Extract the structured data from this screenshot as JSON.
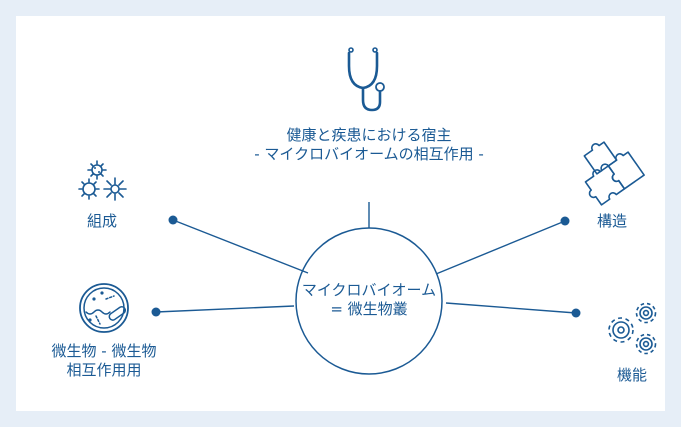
{
  "colors": {
    "line": "#1b5a94",
    "text": "#1b5a94",
    "background": "#e6eef7"
  },
  "center": {
    "line1": "マイクロバイオーム",
    "line2": "= 微生物叢"
  },
  "nodes": {
    "host": {
      "icon": "stethoscope-icon",
      "line1": "健康と疾患における宿主",
      "line2": "- マイクロバイオームの相互作用 -"
    },
    "composition": {
      "icon": "microbes-icon",
      "label": "組成"
    },
    "structure": {
      "icon": "puzzle-icon",
      "label": "構造"
    },
    "interaction": {
      "icon": "petri-dish-icon",
      "line1": "微生物 - 微生物",
      "line2": "相互作用用"
    },
    "function": {
      "icon": "gears-icon",
      "label": "機能"
    }
  }
}
